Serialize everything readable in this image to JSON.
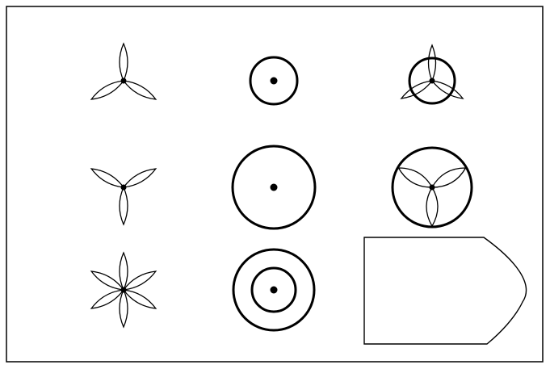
{
  "puzzle": {
    "colors": {
      "stroke": "#000000",
      "background": "#ffffff"
    },
    "grid": {
      "rows": 3,
      "columns": 3,
      "cells": [
        {
          "row": 1,
          "col": 1,
          "icon": "three-petal-flower-icon",
          "petals": 3,
          "orientation": "petals-up"
        },
        {
          "row": 1,
          "col": 2,
          "icon": "circle-with-dot-icon",
          "circles": 1,
          "circle_size": "small"
        },
        {
          "row": 1,
          "col": 3,
          "icon": "flower-in-circle-icon",
          "petals": 3,
          "orientation": "petals-up",
          "circle_size": "small"
        },
        {
          "row": 2,
          "col": 1,
          "icon": "three-petal-flower-icon",
          "petals": 3,
          "orientation": "petals-down"
        },
        {
          "row": 2,
          "col": 2,
          "icon": "circle-with-dot-icon",
          "circles": 1,
          "circle_size": "large"
        },
        {
          "row": 2,
          "col": 3,
          "icon": "flower-in-circle-icon",
          "petals": 3,
          "orientation": "petals-down",
          "circle_size": "large"
        },
        {
          "row": 3,
          "col": 1,
          "icon": "six-petal-flower-icon",
          "petals": 6
        },
        {
          "row": 3,
          "col": 2,
          "icon": "concentric-circles-with-dot-icon",
          "circles": 2
        },
        {
          "row": 3,
          "col": 3,
          "icon": "answer-placeholder-icon",
          "missing": true
        }
      ]
    }
  }
}
